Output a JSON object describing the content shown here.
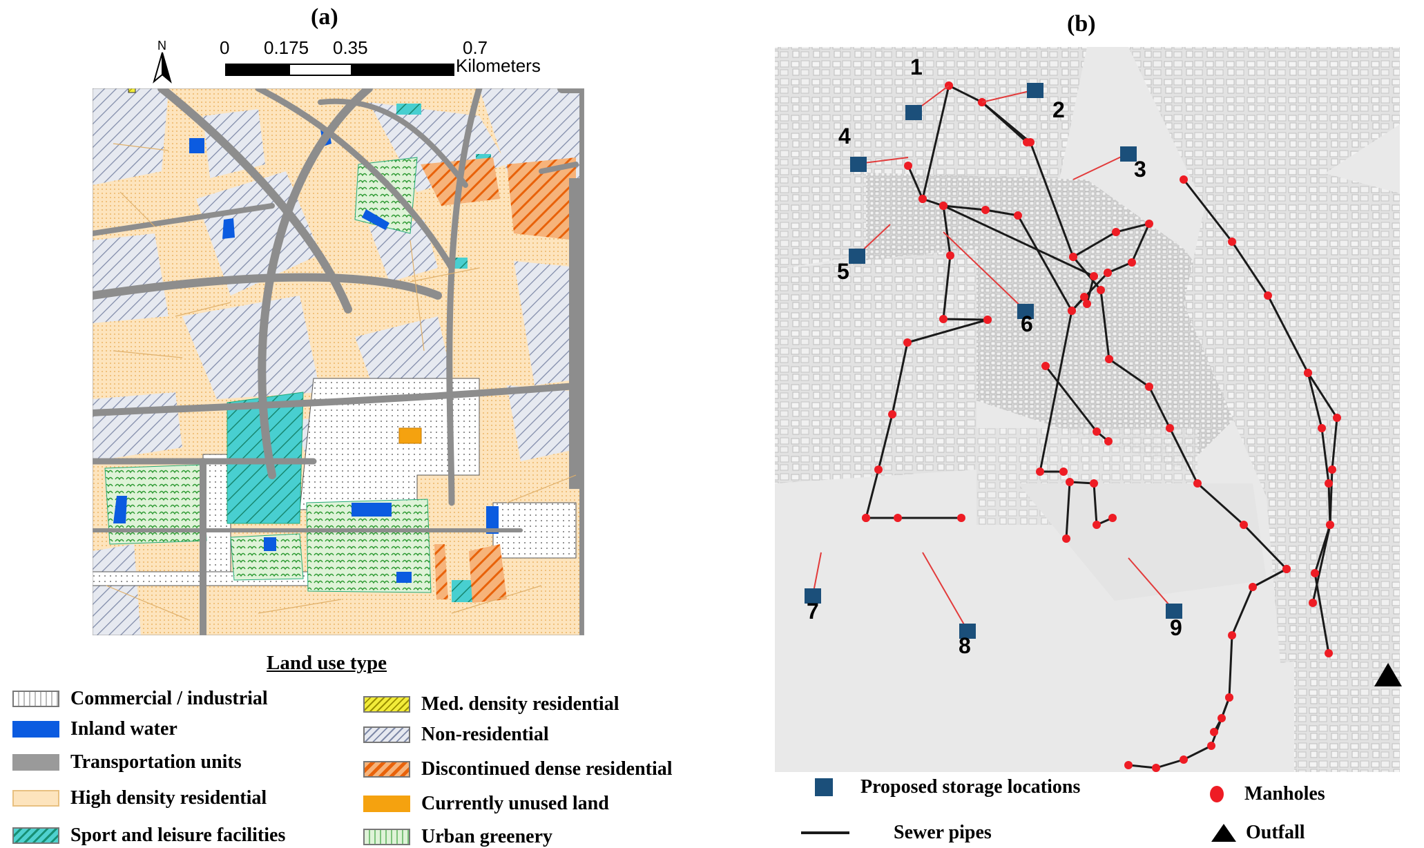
{
  "panel_a": {
    "label": "(a)",
    "north": "N",
    "scale": {
      "ticks": [
        "0",
        "0.175",
        "0.35",
        "0.7"
      ],
      "unit": "Kilometers"
    },
    "legend_title": "Land use type",
    "legend": [
      {
        "key": "commercial",
        "label": "Commercial / industrial",
        "color": "#ffffff"
      },
      {
        "key": "water",
        "label": "Inland water",
        "color": "#0b5be0"
      },
      {
        "key": "transport",
        "label": "Transportation units",
        "color": "#9a9a9a"
      },
      {
        "key": "high_res",
        "label": "High density residential",
        "color": "#fde4bd"
      },
      {
        "key": "sport",
        "label": "Sport and leisure facilities",
        "color": "#4fd1cf"
      },
      {
        "key": "med_res",
        "label": "Med. density residential",
        "color": "#f2ec3a"
      },
      {
        "key": "non_res",
        "label": "Non-residential",
        "color": "#c9cfe0"
      },
      {
        "key": "disc_res",
        "label": "Discontinued dense residential",
        "color": "#f07a18"
      },
      {
        "key": "unused",
        "label": "Currently unused land",
        "color": "#f5a20f"
      },
      {
        "key": "green",
        "label": "Urban greenery",
        "color": "#bfe8b5"
      }
    ]
  },
  "panel_b": {
    "label": "(b)",
    "storage_locations": [
      "1",
      "2",
      "3",
      "4",
      "5",
      "6",
      "7",
      "8",
      "9"
    ],
    "legend": {
      "storage": "Proposed storage locations",
      "manholes": "Manholes",
      "pipes": "Sewer pipes",
      "outfall": "Outfall"
    },
    "colors": {
      "storage": "#1b4f7a",
      "manhole": "#ee1c24",
      "pipe": "#1a1a1a",
      "link": "#e23b3b"
    }
  }
}
